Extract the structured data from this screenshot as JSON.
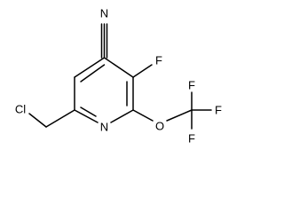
{
  "molecule": {
    "atoms": {
      "nitrogen_nitrile": "N",
      "fluorine_ring": "F",
      "chlorine": "Cl",
      "nitrogen_ring": "N",
      "oxygen": "O",
      "fluorine_top": "F",
      "fluorine_right": "F",
      "fluorine_bottom": "F"
    }
  }
}
